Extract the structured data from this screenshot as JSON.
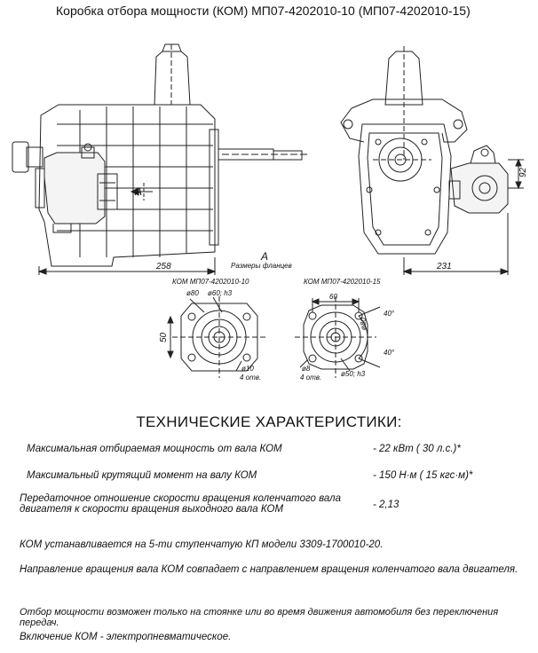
{
  "title": "Коробка отбора мощности (КОМ) МП07-4202010-10 (МП07-4202010-15)",
  "drawing": {
    "dim_left": "258",
    "dim_right": "231",
    "dim_height": "92",
    "view_arrow": "A",
    "view_label": "A",
    "flange_caption": "Размеры фланцев",
    "flange_left": {
      "model": "КОМ МП07-4202010-10",
      "d_outer": "ø80",
      "d_shaft": "ø60; h3",
      "height": "50",
      "holes_d": "ø10",
      "holes_n": "4 отв."
    },
    "flange_right": {
      "model": "КОМ МП07-4202010-15",
      "width": "60",
      "angle_top": "40°",
      "angle_bottom": "40°",
      "d_outer": "ø80",
      "d_shaft": "ø50; h3",
      "holes_d": "ø8",
      "holes_n": "4 отв."
    }
  },
  "specs": {
    "heading": "ТЕХНИЧЕСКИЕ ХАРАКТЕРИСТИКИ:",
    "rows": [
      {
        "label": "Максимальная отбираемая мощность от вала КОМ",
        "value": "- 22 кВт ( 30 л.с.)*"
      },
      {
        "label": "Максимальный крутящий момент на валу КОМ",
        "value": "- 150 Н·м ( 15 кгс·м)*"
      },
      {
        "label": "Передаточное отношение скорости вращения коленчатого вала",
        "label2": "двигателя к скорости вращения выходного вала КОМ",
        "value": "- 2,13"
      }
    ],
    "notes": [
      "КОМ устанавливается на 5-ти ступенчатую КП модели 3309-1700010-20.",
      "Направление вращения вала КОМ совпадает с направлением вращения коленчатого вала двигателя.",
      "Отбор мощности возможен только на стоянке или во время движения автомобиля без переключения передач.",
      "Включение КОМ - электропневматическое."
    ]
  }
}
